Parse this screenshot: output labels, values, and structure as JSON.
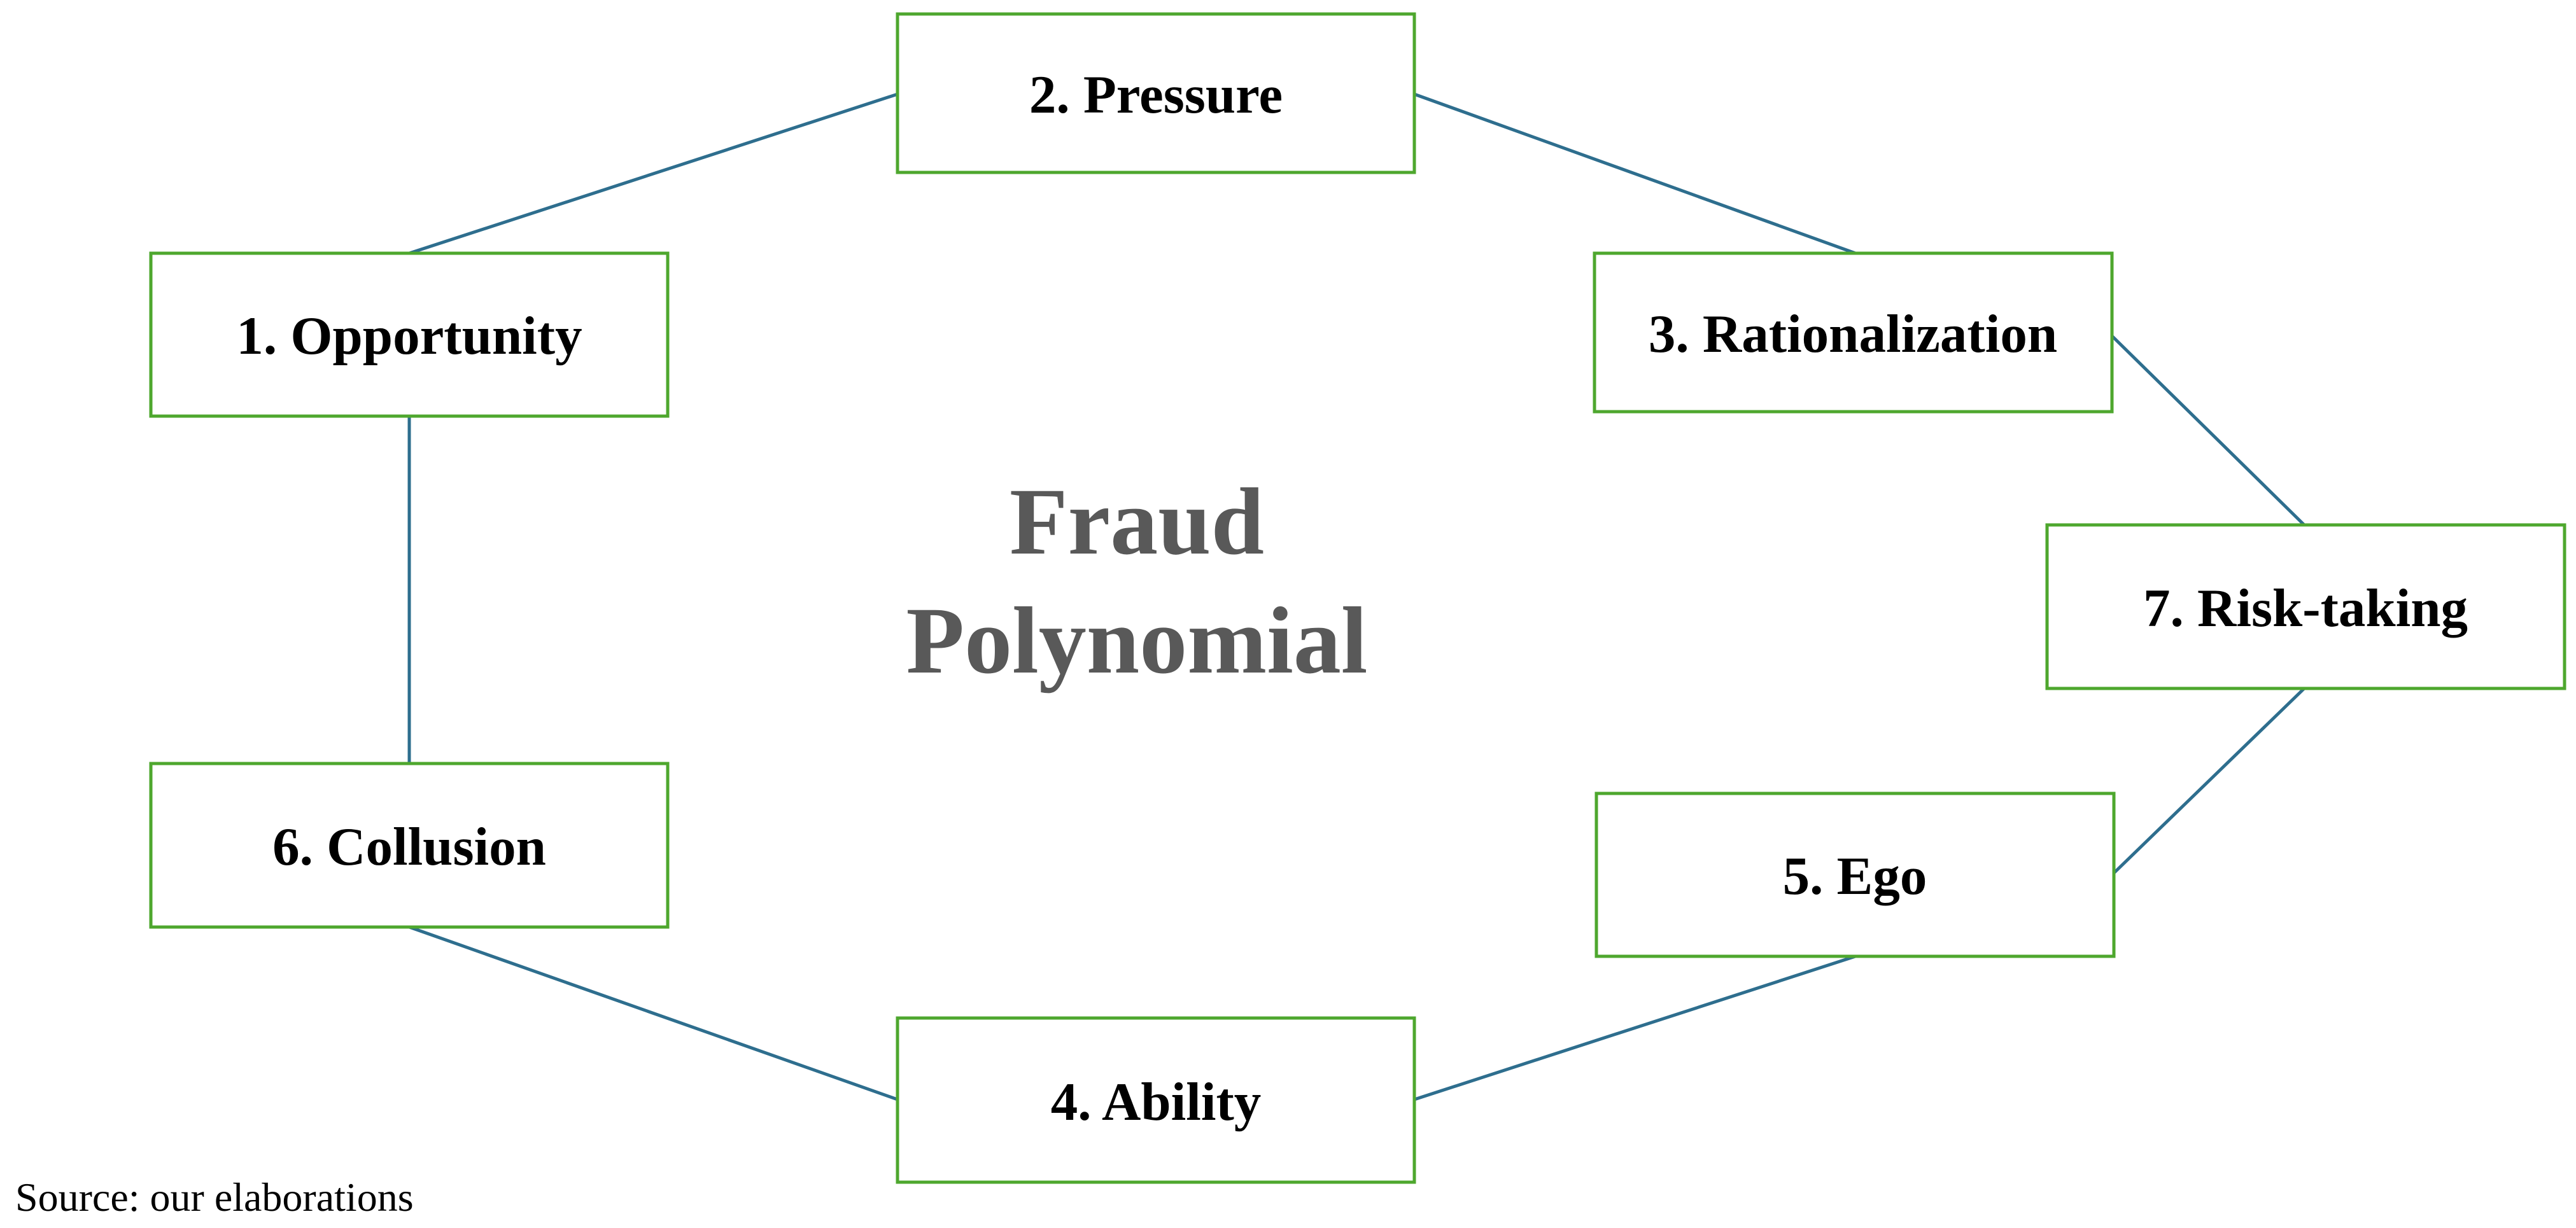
{
  "diagram": {
    "title_line1": "Fraud",
    "title_line2": "Polynomial",
    "source": "Source: our elaborations",
    "nodes": {
      "opportunity": "1. Opportunity",
      "pressure": "2. Pressure",
      "rationalization": "3. Rationalization",
      "ability": "4. Ability",
      "ego": "5. Ego",
      "collusion": "6. Collusion",
      "risk_taking": "7. Risk-taking"
    },
    "colors": {
      "box_border": "#4ea72e",
      "connector": "#2e6e8e",
      "title": "#595959"
    }
  }
}
